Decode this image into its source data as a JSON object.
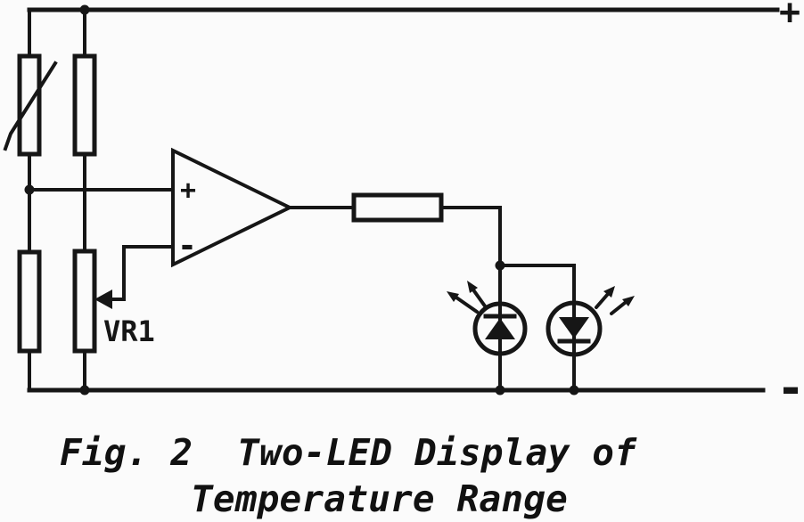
{
  "colors": {
    "ink": "#161616",
    "paper": "#fbfbfb"
  },
  "rails": {
    "positive_label": "+",
    "negative_label": "-"
  },
  "opamp": {
    "noninverting_label": "+",
    "inverting_label": "-"
  },
  "potentiometer": {
    "label": "VR1"
  },
  "caption": {
    "line1": "Fig. 2  Two-LED Display of",
    "line2": "Temperature Range"
  }
}
